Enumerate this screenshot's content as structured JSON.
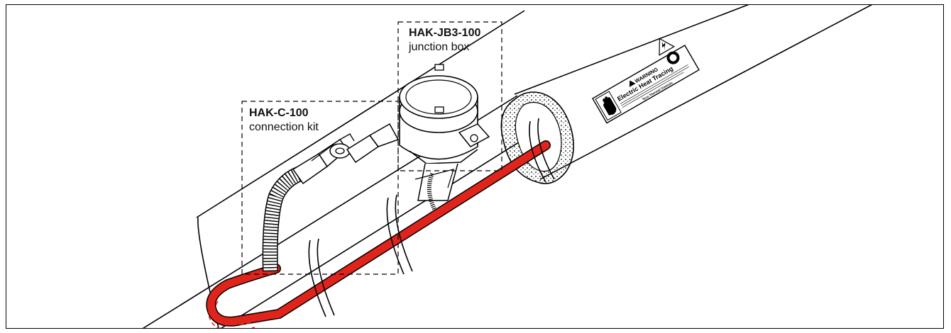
{
  "callouts": {
    "junction_box": {
      "part_number": "HAK-JB3-100",
      "description": "junction box"
    },
    "connection_kit": {
      "part_number": "HAK-C-100",
      "description": "connection kit"
    }
  },
  "warning_label": {
    "heading": "WARNING",
    "title": "Electric Heat Tracing",
    "footer": "Tyco Thermal Controls"
  },
  "colors": {
    "heating_cable": "#e0241b",
    "line": "#000000",
    "background": "#ffffff"
  },
  "icons": [
    "warning-triangle-icon",
    "hand-warning-icon",
    "electrical-hazard-icon",
    "no-open-icon"
  ]
}
